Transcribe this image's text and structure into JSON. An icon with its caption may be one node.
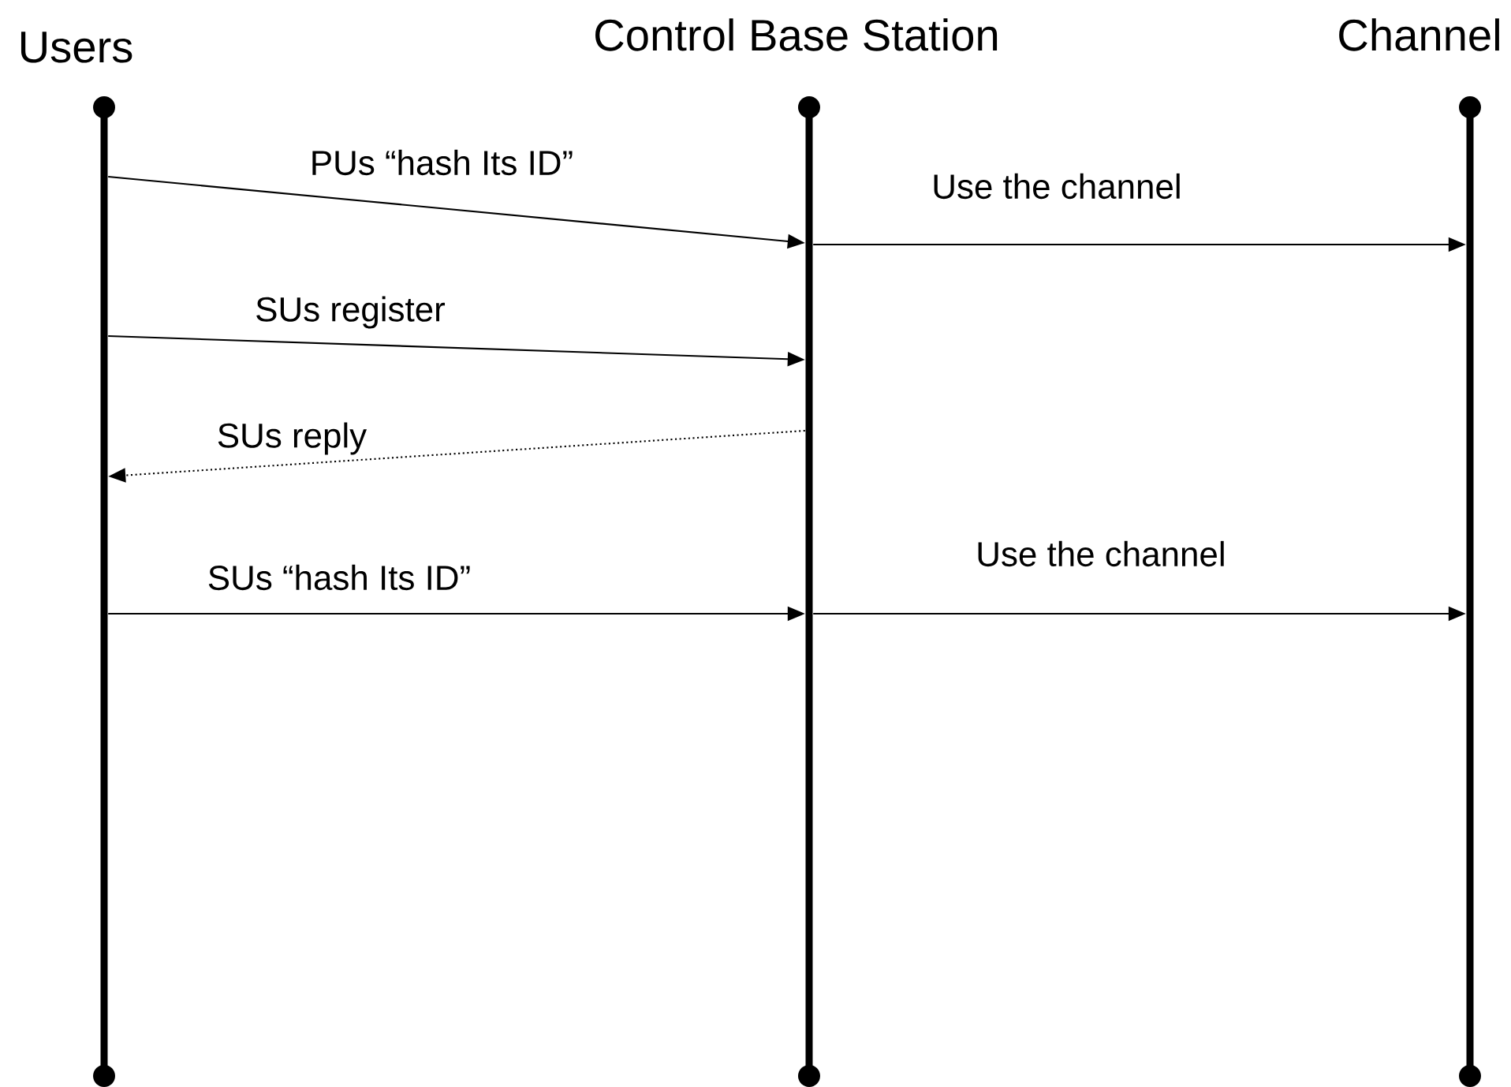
{
  "diagram": {
    "nodes": [
      {
        "text": [
          "Users"
        ]
      },
      {
        "text": [
          "Control Base Station"
        ]
      },
      {
        "text": [
          "Channel"
        ]
      }
    ],
    "edges": [
      {
        "from": 0,
        "to": 1,
        "arrow": "to",
        "label": "PUs “hash Its ID”"
      },
      {
        "from": 1,
        "to": 2,
        "arrow": "to",
        "label": "Use the channel"
      },
      {
        "from": 0,
        "to": 1,
        "arrow": "to",
        "label": "SUs register"
      },
      {
        "from": 1,
        "to": 0,
        "arrow": "to",
        "label": "SUs reply",
        "style": "dashed"
      },
      {
        "from": 0,
        "to": 1,
        "arrow": "to",
        "label": "SUs “hash Its ID”"
      },
      {
        "from": 1,
        "to": 2,
        "arrow": "to",
        "label": "Use the channel"
      }
    ]
  }
}
